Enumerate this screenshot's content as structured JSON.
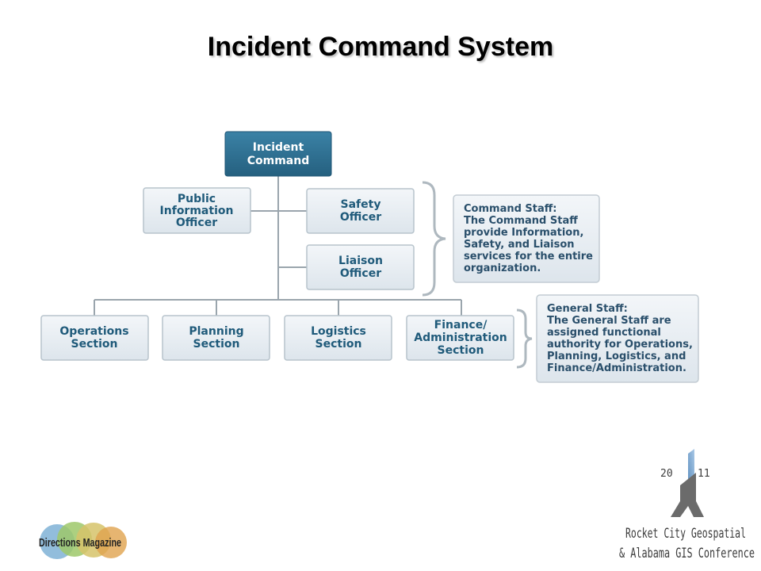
{
  "title": "Incident Command System",
  "org_chart": {
    "incident_command": [
      "Incident",
      "Command"
    ],
    "command_staff_boxes": {
      "public_information_officer": [
        "Public",
        "Information",
        "Officer"
      ],
      "safety_officer": [
        "Safety",
        "Officer"
      ],
      "liaison_officer": [
        "Liaison",
        "Officer"
      ]
    },
    "sections": {
      "operations": [
        "Operations",
        "Section"
      ],
      "planning": [
        "Planning",
        "Section"
      ],
      "logistics": [
        "Logistics",
        "Section"
      ],
      "finance_administration": [
        "Finance/",
        "Administration",
        "Section"
      ]
    },
    "command_staff_note": [
      "Command Staff:",
      "The Command Staff",
      "provide Information,",
      "Safety, and Liaison",
      "services for the entire",
      "organization."
    ],
    "general_staff_note": [
      "General Staff:",
      "The General Staff are",
      "assigned functional",
      "authority for Operations,",
      "Planning, Logistics, and",
      "Finance/Administration."
    ]
  },
  "logos": {
    "directions_magazine": "Directions Magazine",
    "conference_year_left": "20",
    "conference_year_right": "11",
    "conference_name": [
      "Rocket City Geospatial",
      "& Alabama GIS Conference"
    ]
  },
  "colors": {
    "command_fill": "#2e6f91",
    "box_fill": "#e6edf3",
    "box_stroke": "#b7c3cc",
    "text_blue": "#1f5a7a",
    "line": "#9aa5ad"
  }
}
